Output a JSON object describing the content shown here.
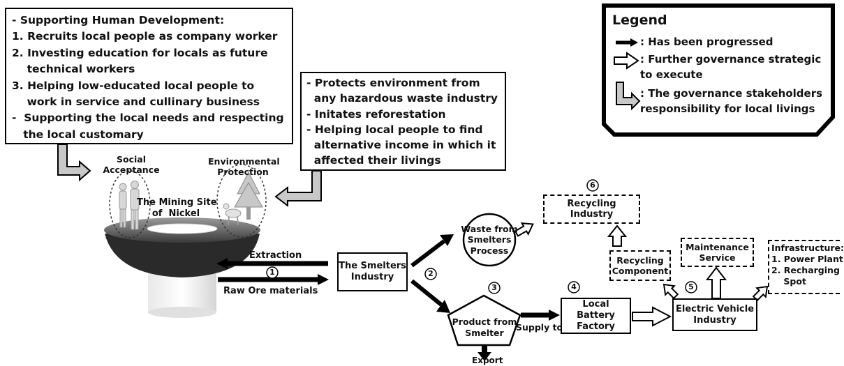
{
  "human_dev": {
    "lines": [
      "- Supporting Human Development:",
      "1. Recruits local people as company worker",
      "2. Investing education for locals as future",
      "    technical workers",
      "3. Helping low-educated local people to",
      "    work in service and cullinary business",
      "-  Supporting the local needs and respecting",
      "   the local customary"
    ]
  },
  "environment": {
    "lines": [
      "- Protects environment from",
      "  any hazardous waste industry",
      "- Initates reforestation",
      "- Helping local people to find",
      "  alternative income in which it",
      "  affected their livings"
    ]
  },
  "legend": {
    "title": "Legend",
    "items": [
      ": Has been progressed",
      ": Further governance strategic",
      "to execute",
      ": The governance stakeholders",
      "responsibility for local livings"
    ]
  },
  "labels": {
    "social": [
      "Social",
      "Acceptance"
    ],
    "environmental": [
      "Environmental",
      "Protection"
    ],
    "mining_site": [
      "The Mining Site",
      "of  Nickel"
    ],
    "extraction": "Extraction",
    "raw_ore": "Raw Ore materials",
    "supply_to": "Supply to",
    "export": "Export"
  },
  "nodes": {
    "smelters_industry": [
      "The Smelters",
      "Industry"
    ],
    "waste": [
      "Waste from",
      "Smelters",
      "Process"
    ],
    "recycling_industry": "Recycling Industry",
    "product": [
      "Product from",
      "Smelter"
    ],
    "battery": [
      "Local Battery",
      "Factory"
    ],
    "ev": [
      "Electric Vehicle",
      "Industry"
    ],
    "recycling_component": [
      "Recycling",
      "Component"
    ],
    "maintenance": [
      "Maintenance",
      "Service"
    ],
    "infrastructure": [
      "Infrastructure:",
      "1. Power Plant",
      "2. Recharging",
      "    Spot"
    ]
  },
  "steps": {
    "s1": "1",
    "s2": "2",
    "s3": "3",
    "s4": "4",
    "s5": "5",
    "s6": "6"
  }
}
